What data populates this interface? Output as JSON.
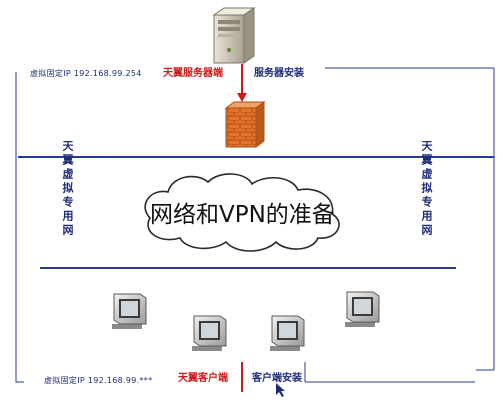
{
  "title": "网络和VPN的准备",
  "server_side": {
    "ip_label": "虚拟固定IP 192.168.99.254",
    "service_label": "天翼服务器端",
    "software_label": "服务器安装"
  },
  "client_side": {
    "ip_label": "虚拟固定IP 192.168.99.***",
    "service_label": "天翼客户端",
    "software_label": "客户端安装"
  },
  "left_vertical_label": "天翼虚拟专用网",
  "right_vertical_label": "天翼虚拟专用网",
  "icons": [
    "server-icon",
    "firewall-icon",
    "cloud-icon",
    "computer-icon"
  ],
  "colors": {
    "boundary_line": "#2b3a8f",
    "arrow": "#d01818",
    "firewall": "#d9651e",
    "text_blue": "#1d2c7a",
    "text_red": "#d01818"
  }
}
